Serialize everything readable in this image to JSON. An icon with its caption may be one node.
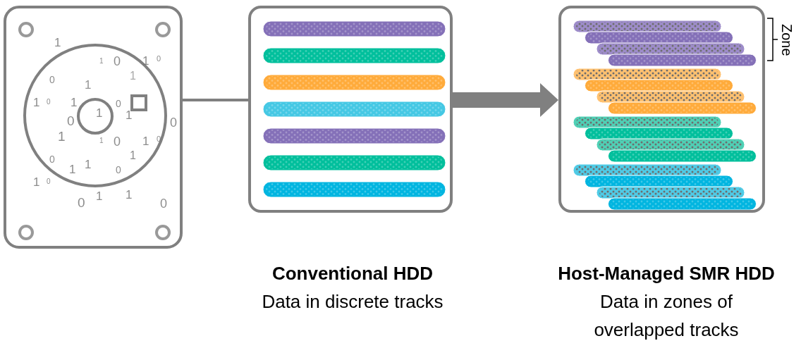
{
  "diagram": {
    "nodes": [
      {
        "text": [],
        "shape": "picture"
      },
      {
        "text": [],
        "shape": "box",
        "in": 0
      },
      {
        "text": [],
        "shape": "box",
        "beside": [
          "Conventional HDD",
          "Data in discrete tracks"
        ]
      },
      {
        "text": [],
        "shape": "box",
        "beside": [
          "Host-Managed SMR HDD",
          "Data in zones of overlapped tracks"
        ]
      }
    ],
    "edges": [
      {
        "from": 1,
        "to": 2,
        "arrow": "none"
      },
      {
        "from": 2,
        "to": 3,
        "arrow": "to",
        "style": "thick"
      }
    ],
    "labels": [
      "1",
      "1",
      "0",
      "1",
      "0",
      "0",
      "1",
      "1",
      "1",
      "0",
      "1",
      "0",
      "1",
      "1",
      "0",
      "0",
      "1",
      "1",
      "0",
      "1",
      "0",
      "1",
      "0",
      "1",
      "1",
      "0",
      "1",
      "0",
      "1",
      "1",
      "0",
      "0",
      "Zone"
    ]
  }
}
